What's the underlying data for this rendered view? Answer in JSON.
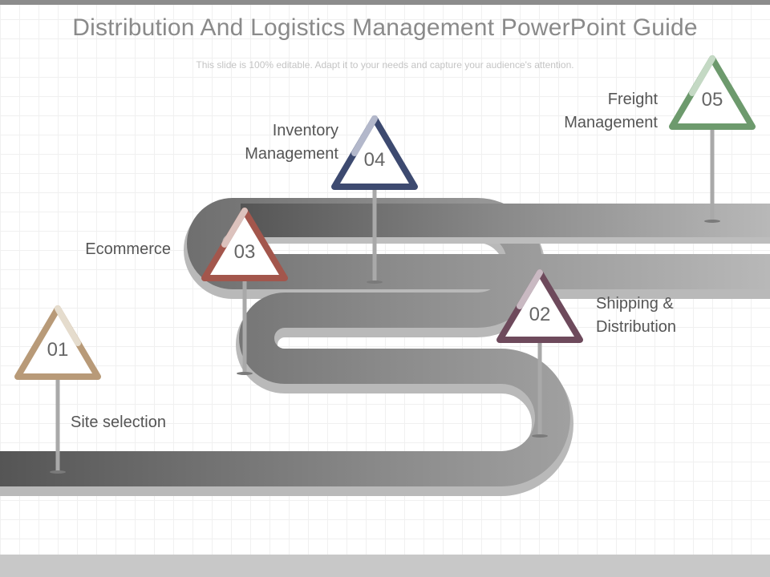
{
  "header": {
    "title": "Distribution And Logistics Management PowerPoint Guide",
    "subtitle": "This slide is 100% editable. Adapt it to your needs and capture your audience's attention."
  },
  "steps": [
    {
      "number": "01",
      "label_lines": [
        "Site selection"
      ],
      "color": "#b89a78",
      "light_color": "#e5dccd"
    },
    {
      "number": "02",
      "label_lines": [
        "Shipping &",
        "Distribution"
      ],
      "color": "#6e4a5c",
      "light_color": "#c9b9c2"
    },
    {
      "number": "03",
      "label_lines": [
        "Ecommerce"
      ],
      "color": "#a3564c",
      "light_color": "#dcc2bd"
    },
    {
      "number": "04",
      "label_lines": [
        "Inventory",
        "Management"
      ],
      "color": "#3d4a70",
      "light_color": "#b3b8cb"
    },
    {
      "number": "05",
      "label_lines": [
        "Freight",
        "Management"
      ],
      "color": "#6d9a6d",
      "light_color": "#c4d9c4"
    }
  ]
}
